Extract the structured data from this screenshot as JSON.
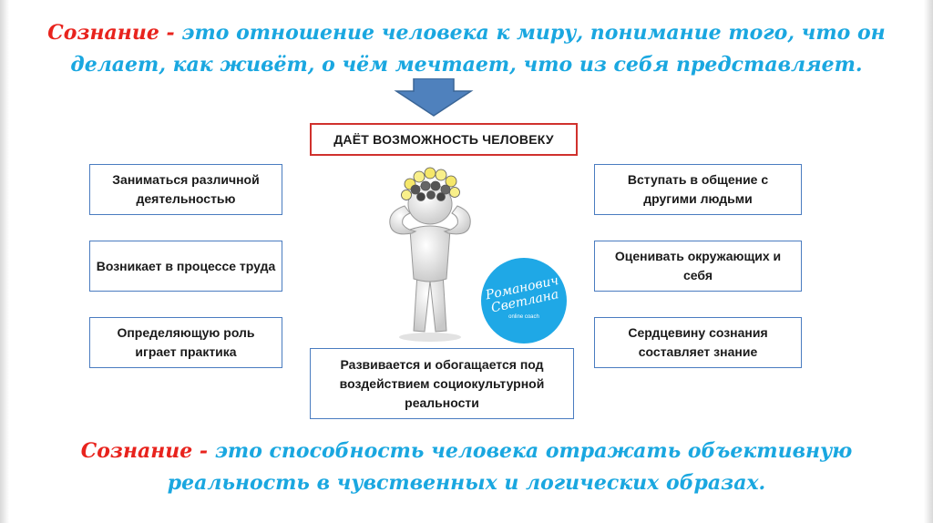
{
  "slide": {
    "definition_top": {
      "term": "Сознание",
      "dash": " - ",
      "text": "это отношение человека к миру, понимание того, что он делает, как живёт, о чём мечтает, что из себя представляет."
    },
    "header": "ДАЁТ ВОЗМОЖНОСТЬ ЧЕЛОВЕКУ",
    "left_boxes": [
      "Заниматься различной деятельностью",
      "Возникает в процессе труда",
      "Определяющую роль играет практика"
    ],
    "right_boxes": [
      "Вступать в общение с другими людьми",
      "Оценивать окружающих и себя",
      "Сердцевину сознания составляет знание"
    ],
    "center_box": "Развивается и обогащается под воздействием социокультурной реальности",
    "logo": {
      "name_line1": "Романович",
      "name_line2": "Светлана",
      "subtitle": "online coach"
    },
    "definition_bottom": {
      "term": "Сознание",
      "dash": " - ",
      "text": "это способность человека отражать объективную реальность в чувственных и логических образах."
    },
    "colors": {
      "term": "#e8231d",
      "definition_text": "#1aa7e0",
      "box_border": "#4a7cc0",
      "header_border": "#d0312d",
      "arrow_fill": "#4f81bd",
      "logo_bg": "#1fa8e6"
    }
  }
}
